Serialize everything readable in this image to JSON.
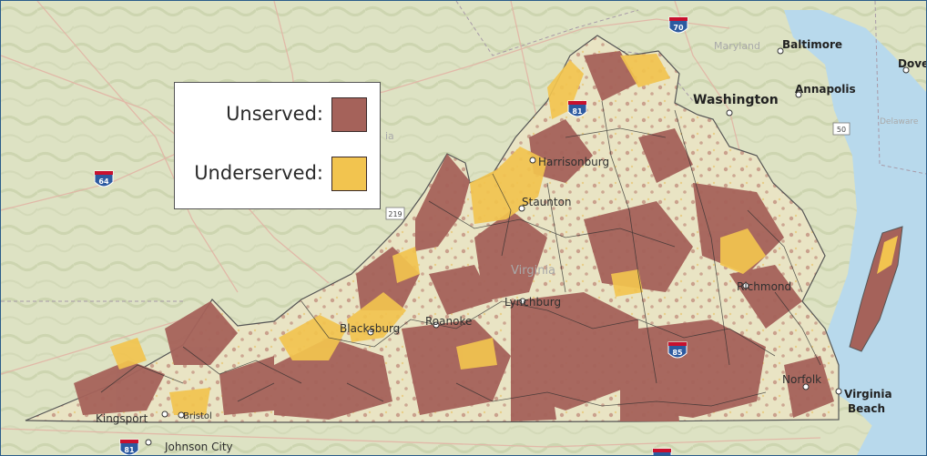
{
  "legend": {
    "items": [
      {
        "label": "Unserved:",
        "color": "#a5625a"
      },
      {
        "label": "Underserved:",
        "color": "#f2c44f"
      }
    ]
  },
  "colors": {
    "background": "#dfe3c7",
    "water": "#b8d9ec",
    "state_fill": "#e9e4c6",
    "unserved": "#a5625a",
    "underserved": "#f2c44f",
    "border": "#2a5d8a"
  },
  "cities": {
    "baltimore": "Baltimore",
    "dover": "Dove",
    "maryland": "Maryland",
    "annapolis": "Annapolis",
    "washington": "Washington",
    "delaware": "Delaware",
    "harrisonburg": "Harrisonburg",
    "staunton": "Staunton",
    "virginia": "Virginia",
    "lynchburg": "Lynchburg",
    "richmond": "Richmond",
    "blacksburg": "Blacksburg",
    "roanoke": "Roanoke",
    "norfolk": "Norfolk",
    "virginia_beach_1": "Virginia",
    "virginia_beach_2": "Beach",
    "kingsport": "Kingsport",
    "bristol": "Bristol",
    "johnson_city": "Johnson City",
    "map_label_ia": "ia"
  },
  "roads": {
    "i70": "70",
    "i64": "64",
    "i81_north": "81",
    "i85": "85",
    "i81_south": "81",
    "us50": "50",
    "us219": "219"
  }
}
